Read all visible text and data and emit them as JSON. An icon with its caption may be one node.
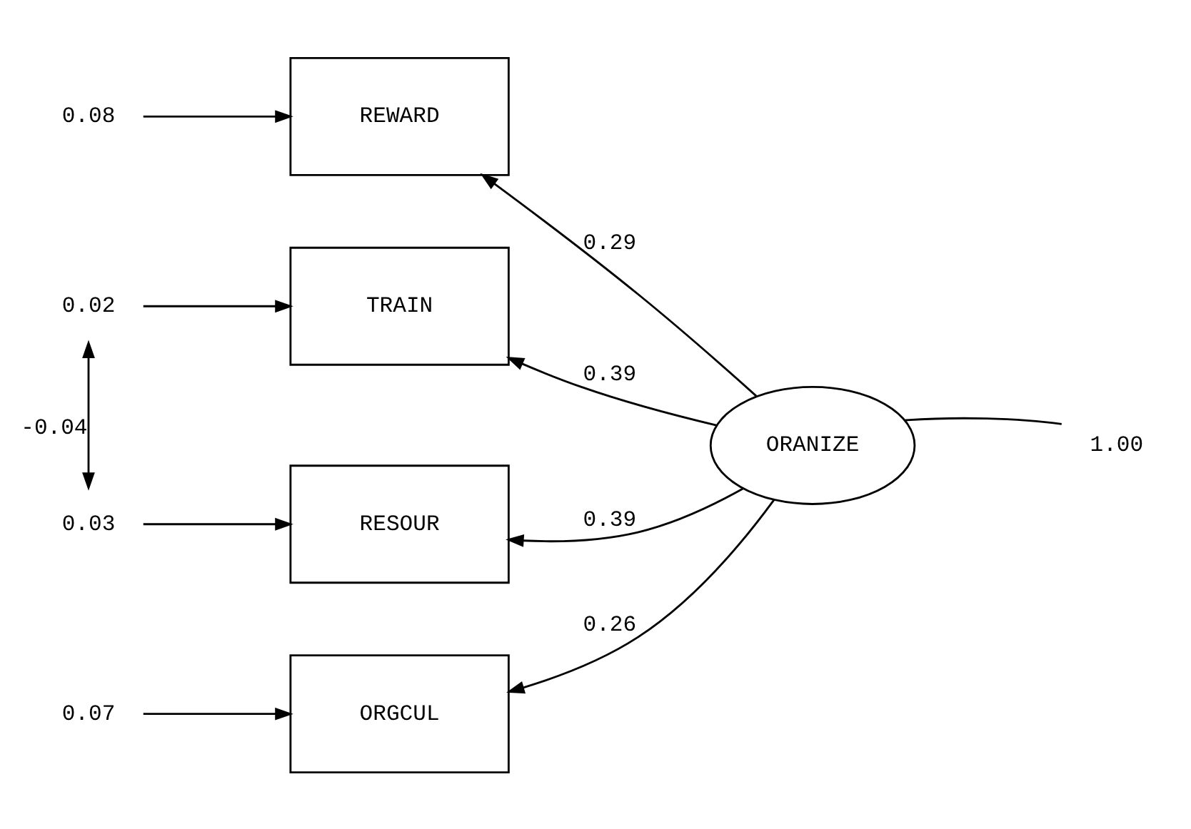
{
  "diagram": {
    "nodes": [
      {
        "text": [
          "0.08"
        ]
      },
      {
        "text": [
          "REWARD"
        ]
      },
      {
        "text": [
          "0.02"
        ]
      },
      {
        "text": [
          "TRAIN"
        ]
      },
      {
        "text": [
          "ORANIZE"
        ]
      },
      {
        "text": [
          "1.00"
        ]
      },
      {
        "text": [
          "0.03"
        ]
      },
      {
        "text": [
          "RESOUR"
        ]
      },
      {
        "text": [
          "0.07"
        ]
      },
      {
        "text": [
          "ORGCUL"
        ]
      }
    ],
    "edges": [
      {
        "from": 0,
        "to": 1,
        "arrow": "to"
      },
      {
        "from": 2,
        "to": 3,
        "arrow": "to"
      },
      {
        "from": 6,
        "to": 7,
        "arrow": "to"
      },
      {
        "from": 8,
        "to": 9,
        "arrow": "to"
      },
      {
        "from": 4,
        "to": 1,
        "arrow": "to",
        "label": "0.29"
      },
      {
        "from": 4,
        "to": 3,
        "arrow": "to",
        "label": "0.39"
      },
      {
        "from": 4,
        "to": 7,
        "arrow": "to",
        "label": "0.39"
      },
      {
        "from": 4,
        "to": 9,
        "arrow": "to",
        "label": "0.26"
      },
      {
        "from": 5,
        "to": 4,
        "arrow": "none"
      },
      {
        "from": 2,
        "to": 6,
        "arrow": "both",
        "label": "-0.04"
      }
    ]
  }
}
